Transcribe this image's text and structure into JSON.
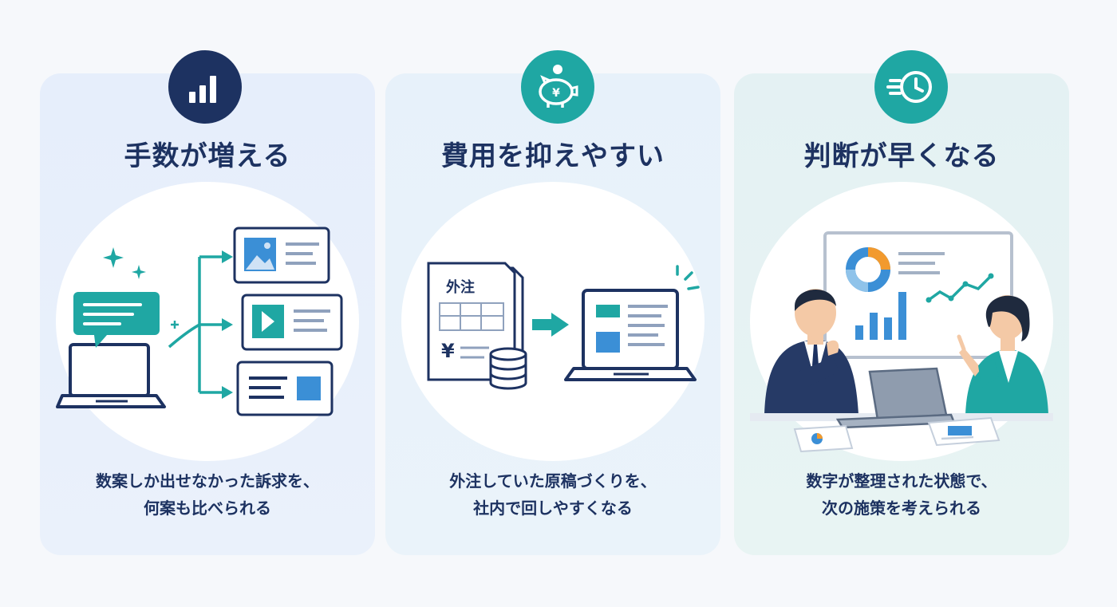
{
  "cards": [
    {
      "title": "手数が増える",
      "icon": "bar-chart-icon",
      "desc_line1": "数案しか出せなかった訴求を、",
      "desc_line2": "何案も比べられる"
    },
    {
      "title": "費用を抑えやすい",
      "icon": "piggy-bank-yen-icon",
      "doc_label": "外注",
      "yen_symbol": "¥",
      "desc_line1": "外注していた原稿づくりを、",
      "desc_line2": "社内で回しやすくなる"
    },
    {
      "title": "判断が早くなる",
      "icon": "fast-clock-icon",
      "desc_line1": "数字が整理された状態で、",
      "desc_line2": "次の施策を考えられる"
    }
  ],
  "colors": {
    "navy": "#1d3261",
    "teal": "#1fa7a3",
    "blue": "#3b8fd6",
    "orange": "#f29a2e"
  }
}
